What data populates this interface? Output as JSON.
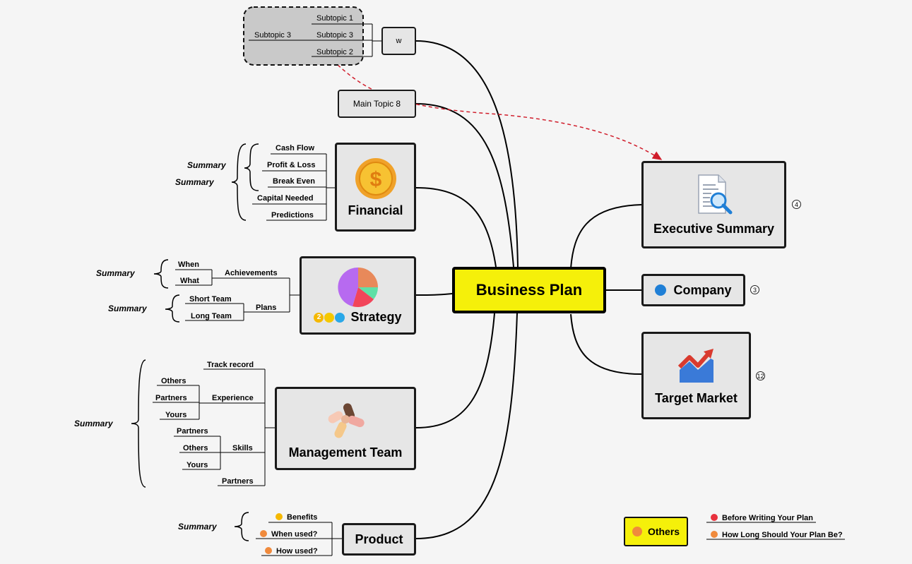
{
  "central": {
    "title": "Business Plan"
  },
  "right_topics": [
    {
      "id": "exec",
      "title": "Executive Summary",
      "count": "4"
    },
    {
      "id": "company",
      "title": "Company",
      "count": "3"
    },
    {
      "id": "market",
      "title": "Target Market",
      "count": "12"
    }
  ],
  "top": {
    "w_label": "w",
    "main_topic_8": "Main Topic 8",
    "group": {
      "subtopic_left": "Subtopic 3",
      "subtopics": [
        "Subtopic 1",
        "Subtopic 3",
        "Subtopic 2"
      ]
    }
  },
  "financial": {
    "title": "Financial",
    "items": [
      "Cash Flow",
      "Profit & Loss",
      "Break Even",
      "Capital Needed",
      "Predictions"
    ],
    "summaries": [
      "Summary",
      "Summary"
    ]
  },
  "strategy": {
    "title": "Strategy",
    "achievements": "Achievements",
    "ach_items": [
      "When",
      "What"
    ],
    "plans": "Plans",
    "plan_items": [
      "Short Team",
      "Long Team"
    ],
    "summaries": [
      "Summary",
      "Summary"
    ]
  },
  "management": {
    "title": "Management Team",
    "track_record": "Track record",
    "experience": "Experience",
    "exp_items": [
      "Others",
      "Partners",
      "Yours"
    ],
    "skills": "Skills",
    "skill_items": [
      "Partners",
      "Others",
      "Yours"
    ],
    "partners": "Partners",
    "summary": "Summary"
  },
  "product": {
    "title": "Product",
    "items": [
      "Benefits",
      "When used?",
      "How used?"
    ],
    "summary": "Summary"
  },
  "floating": {
    "others": "Others",
    "links": [
      "Before Writing Your Plan",
      "How Long Should Your Plan Be?"
    ]
  },
  "colors": {
    "central_fill": "#f5f00a",
    "relationship": "#d01c2a",
    "node_fill": "#e6e6e6"
  }
}
